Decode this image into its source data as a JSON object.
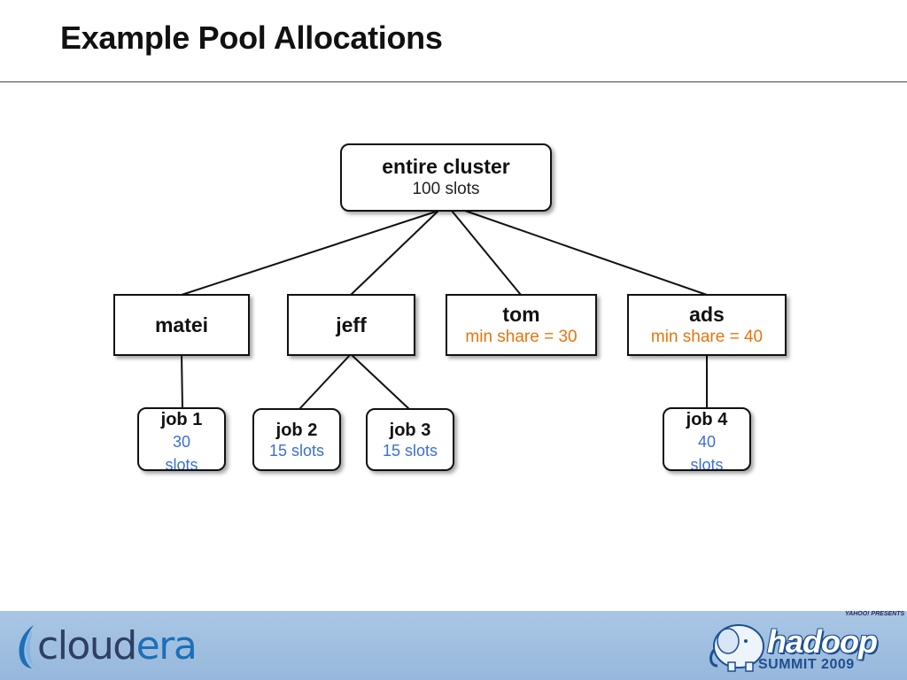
{
  "title": "Example Pool Allocations",
  "root": {
    "name": "entire cluster",
    "detail": "100 slots"
  },
  "pools": {
    "matei": {
      "name": "matei"
    },
    "jeff": {
      "name": "jeff"
    },
    "tom": {
      "name": "tom",
      "detail": "min share = 30"
    },
    "ads": {
      "name": "ads",
      "detail": "min share = 40"
    }
  },
  "jobs": {
    "job1": {
      "name": "job 1",
      "slots_value": "30",
      "slots_unit": "slots"
    },
    "job2": {
      "name": "job 2",
      "slots": "15 slots"
    },
    "job3": {
      "name": "job 3",
      "slots": "15 slots"
    },
    "job4": {
      "name": "job 4",
      "slots_value": "40",
      "slots_unit": "slots"
    }
  },
  "colors": {
    "min_share_text": "#e8740c",
    "job_slots_text": "#3b6fd6",
    "footer_band": "#a3c2e2"
  },
  "footer": {
    "left_logo": {
      "part1": "cloud",
      "part2": "era"
    },
    "right_logo": {
      "presenter": "YAHOO! PRESENTS",
      "word": "hadoop",
      "event": "SUMMIT 2009"
    }
  }
}
